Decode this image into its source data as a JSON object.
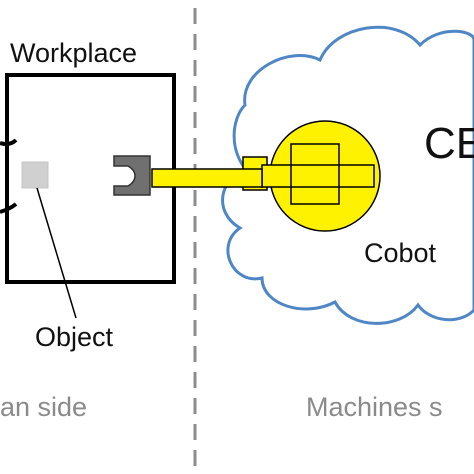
{
  "labels": {
    "workplace": "Workplace",
    "object": "Object",
    "cobot": "Cobot",
    "ce_partial": "CE",
    "human_side_partial": "an side",
    "machines_side_partial": "Machines s"
  },
  "colors": {
    "cloud_stroke": "#4f86c6",
    "robot_yellow": "#fff200",
    "gripper_gray": "#707070",
    "object_gray": "#d0d0d0",
    "divider_gray": "#8c8c8c"
  }
}
